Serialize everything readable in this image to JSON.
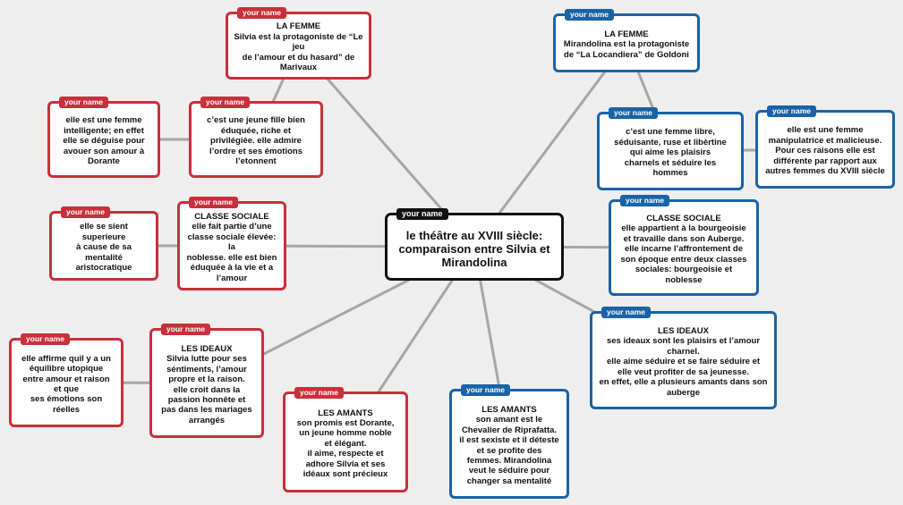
{
  "tag_label": "your name",
  "center": {
    "text": "le théâtre au XVIII siècle:\ncomparaison entre Silvia et\nMirandolina"
  },
  "silvia": {
    "femme": "LA FEMME\nSilvia est la protagoniste de “Le jeu\nde l’amour et du hasard” de\nMarivaux",
    "jeune_fille": "c’est une jeune fille bien\néduquée, riche et\nprivilégiée.  elle admire\nl’ordre et  ses émotions\nl’etonnent",
    "intelligente": "elle est une femme\nintelligente; en effet\nelle se déguise pour\navouer son amour à\nDorante",
    "classe": "CLASSE SOCIALE\nelle fait partie d’une\nclasse sociale élevée: la\nnoblesse. elle est bien\néduquée à la vie et a\nl’amour",
    "superieure": "elle se sient superieure\nà cause de sa\nmentalité\naristocratique",
    "ideaux": "LES IDEAUX\nSilvia lutte pour ses\nséntiments, l’amour\npropre et la raison.\nelle croit dans la\npassion honnête et\npas dans les mariages\narrangés",
    "equilibre": "elle affirme quil y a un\néquilibre utopique\nentre amour et raison\net que\nses émotions son\nréelles",
    "amants": "LES AMANTS\nson promis est Dorante,\nun jeune homme noble\net élégant.\nil  aime, respecte et\nadhore Silvia et ses\nidéaux sont précieux"
  },
  "mirandolina": {
    "femme": "LA FEMME\nMirandolina est la protagoniste\nde “La Locandiera” de Goldoni",
    "libre": "c’est une femme libre,\nséduisante, ruse et libèrtine\nqui aime les plaisirs\ncharnels et séduire les\nhommes",
    "manipulatrice": "elle est une femme\nmanipulatrice et malicieuse.\nPour ces raisons elle est\ndifférente par rapport aux\nautres femmes du XVIII siècle",
    "classe": "CLASSE SOCIALE\nelle appartient à la bourgeoisie\net travaille dans son Auberge.\nelle incarne l’affrontement de\nson époque entre deux classes\nsociales: bourgeoisie et\nnoblesse",
    "ideaux": "LES IDEAUX\nses ideaux sont les plaisirs et l’amour\ncharnel.\nelle aime séduire et se faire séduire et\nelle veut profiter de sa jeunesse.\nen effet, elle a plusieurs amants dans son\nauberge",
    "amants": "LES AMANTS\nson amant est le\nChevalier de Riprafatta.\nil est sexiste et il déteste\net se profite des\nfemmes. Mirandolina\nveut le séduire pour\nchanger sa mentalité"
  },
  "colors": {
    "silvia": "#c8303a",
    "mirandolina": "#1a63a6",
    "center": "#111111",
    "connector": "#a6a6a6",
    "background": "#eeeeee"
  }
}
